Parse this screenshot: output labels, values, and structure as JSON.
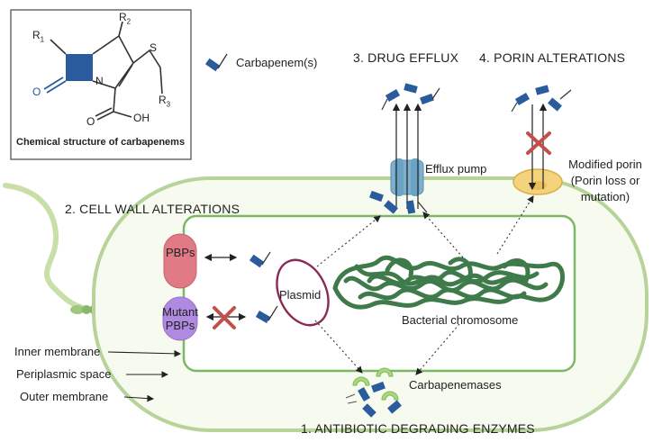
{
  "structure_box": {
    "r1": "R",
    "r1_sub": "1",
    "r2": "R",
    "r2_sub": "2",
    "r3": "R",
    "r3_sub": "3",
    "o_label": "O",
    "n_label": "N",
    "s_label": "S",
    "oh_label": "OH",
    "o2_label": "O",
    "caption": "Chemical structure of carbapenems"
  },
  "legend": {
    "carbapenem_label": "Carbapenem(s)"
  },
  "mechanisms": {
    "drug_efflux": "3. DRUG EFFLUX",
    "porin_alterations": "4. PORIN ALTERATIONS",
    "cell_wall_alterations": "2. CELL WALL ALTERATIONS",
    "antibiotic_degrading_enzymes": "1. ANTIBIOTIC DEGRADING ENZYMES"
  },
  "cell": {
    "efflux_pump": "Efflux pump",
    "modified_porin_line1": "Modified porin",
    "modified_porin_line2": "(Porin loss or",
    "modified_porin_line3": "mutation)",
    "pbps": "PBPs",
    "mutant_pbps_line1": "Mutant",
    "mutant_pbps_line2": "PBPs",
    "plasmid": "Plasmid",
    "bacterial_chromosome": "Bacterial chromosome",
    "carbapenemases": "Carbapenemases"
  },
  "membranes": {
    "inner": "Inner membrane",
    "periplasmic": "Periplasmic space",
    "outer": "Outer membrane"
  },
  "colors": {
    "outer_membrane_stroke": "#b7d39a",
    "outer_membrane_fill": "#f6faef",
    "inner_membrane_stroke": "#7cb765",
    "chromosome": "#3f7a4a",
    "plasmid": "#8a2a55",
    "carbapenem_blue": "#2a5b9c",
    "pbp_red": "#e07b86",
    "mutant_pbp_purple": "#b08ae0",
    "efflux_pump": "#7fb1cf",
    "porin": "#f4d37e",
    "enzyme_green": "#a9d97b",
    "cross_red": "#c0504d",
    "flagellum": "#c9dfa8"
  }
}
